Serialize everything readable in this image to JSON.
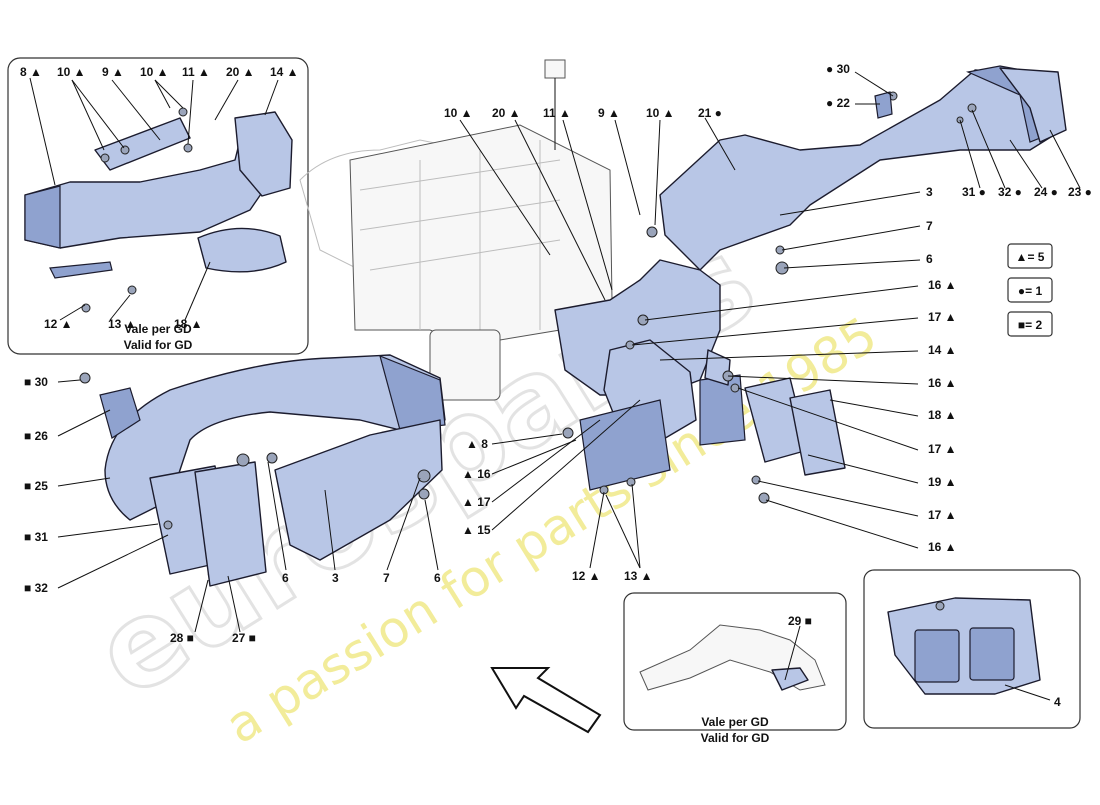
{
  "watermark": {
    "brand": "eurospares",
    "slogan": "a passion for parts since 1985"
  },
  "insets": {
    "top_left": {
      "caption_it": "Vale per GD",
      "caption_en": "Valid for GD"
    },
    "bottom_middle": {
      "caption_it": "Vale per GD",
      "caption_en": "Valid for GD"
    }
  },
  "legend": [
    {
      "symbol": "▲",
      "text": "= 5"
    },
    {
      "symbol": "●",
      "text": "= 1"
    },
    {
      "symbol": "■",
      "text": "= 2"
    }
  ],
  "callouts": [
    "8 ▲",
    "10 ▲",
    "9 ▲",
    "10 ▲",
    "11 ▲",
    "20 ▲",
    "14 ▲",
    "12 ▲",
    "13 ▲",
    "18 ▲",
    "10 ▲",
    "20 ▲",
    "11 ▲",
    "9 ▲",
    "10 ▲",
    "21 ●",
    "● 30",
    "● 22",
    "31 ●",
    "32 ●",
    "24 ●",
    "23 ●",
    "3",
    "7",
    "6",
    "16 ▲",
    "17 ▲",
    "14 ▲",
    "16 ▲",
    "18 ▲",
    "17 ▲",
    "19 ▲",
    "17 ▲",
    "16 ▲",
    "■ 30",
    "■ 26",
    "■ 25",
    "■ 31",
    "■ 32",
    "▲ 8",
    "▲ 16",
    "▲ 17",
    "▲ 15",
    "6",
    "3",
    "7",
    "6",
    "28 ■",
    "27 ■",
    "12 ▲",
    "13 ▲",
    "29 ■",
    "4"
  ]
}
